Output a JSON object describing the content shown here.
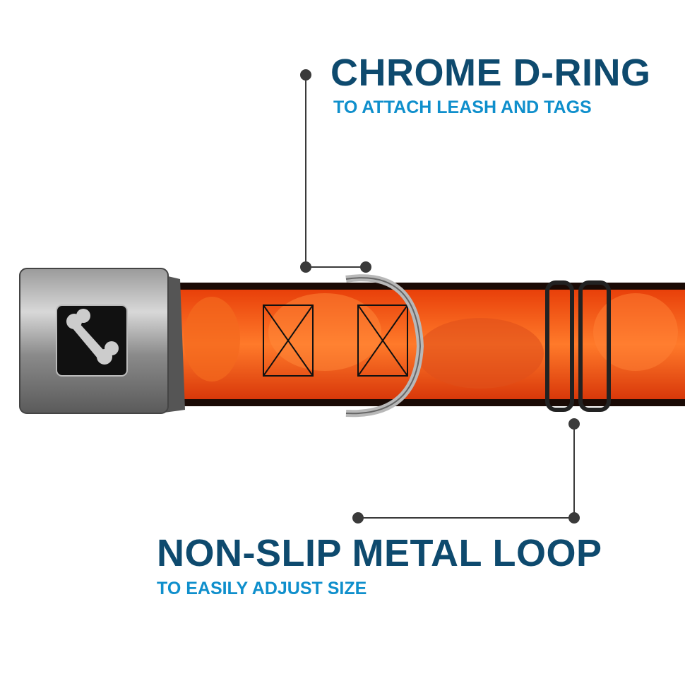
{
  "callouts": [
    {
      "title": "CHROME D-RING",
      "subtitle": "TO ATTACH LEASH AND TAGS"
    },
    {
      "title": "NON-SLIP METAL LOOP",
      "subtitle": "TO EASILY ADJUST SIZE"
    }
  ],
  "colors": {
    "title": "#0e4a6e",
    "subtitle": "#0f8fcc",
    "leader": "#3a3a3a",
    "webbing": "#f05a14"
  },
  "icons": [
    "bone-logo-icon",
    "d-ring-icon",
    "metal-loop-icon",
    "buckle-icon"
  ]
}
